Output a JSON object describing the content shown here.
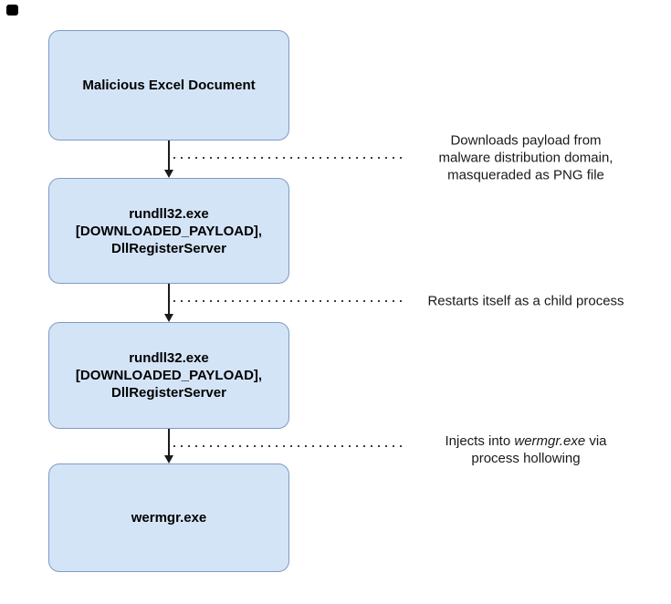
{
  "flow": {
    "colors": {
      "background": "#ffffff",
      "node_fill": "#d4e4f7",
      "node_border": "#7e9ac6",
      "node_text": "#000000",
      "dotted_line": "#3d3d3d",
      "annotation_text": "#1a1a1a"
    },
    "nodes": [
      {
        "name": "malicious-excel-document",
        "lines": [
          "Malicious Excel Document"
        ]
      },
      {
        "name": "rundll32-initial",
        "lines": [
          "rundll32.exe",
          "[DOWNLOADED_PAYLOAD],",
          "DllRegisterServer"
        ]
      },
      {
        "name": "rundll32-child",
        "lines": [
          "rundll32.exe",
          "[DOWNLOADED_PAYLOAD],",
          "DllRegisterServer"
        ]
      },
      {
        "name": "wermgr",
        "lines": [
          "wermgr.exe"
        ]
      }
    ],
    "edges": [
      {
        "name": "download-payload",
        "label_lines": [
          "Downloads payload from",
          "malware distribution domain,",
          "masqueraded as PNG file"
        ]
      },
      {
        "name": "restart-child-process",
        "label_lines": [
          "Restarts itself as a child process"
        ]
      },
      {
        "name": "inject-wermgr",
        "label": {
          "line1_prefix": "Injects into ",
          "line1_italic": "wermgr.exe",
          "line1_suffix": " via",
          "line2": "process hollowing"
        }
      }
    ]
  }
}
